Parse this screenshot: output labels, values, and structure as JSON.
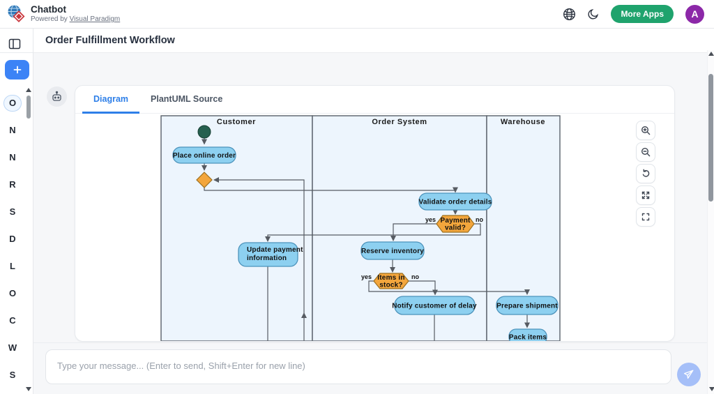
{
  "theme": {
    "plus_button_blue": "#3c83f6",
    "tab_active_blue": "#2e7fe8",
    "more_apps_green": "#1fa36d",
    "avatar_purple": "#8c28a8",
    "send_button_blue": "#a5bff8",
    "node_fill": "#8dd0f0",
    "node_border": "#4d93bb",
    "decision_fill": "#f3a63c",
    "decision_border": "#9c7020",
    "initial_node_green": "#26604f",
    "lane_fill": "#edf5fd",
    "lane_border": "#596069",
    "edge_gray": "#565b62"
  },
  "header": {
    "app_title": "Chatbot",
    "powered_prefix": "Powered by",
    "powered_link": "Visual Paradigm",
    "more_apps_label": "More Apps",
    "avatar_initial": "A"
  },
  "icons": [
    "visual-paradigm-logo",
    "globe-icon",
    "moon-icon",
    "panel-toggle-icon",
    "plus-icon",
    "bot-avatar-icon",
    "zoom-in-icon",
    "zoom-out-icon",
    "reset-view-icon",
    "fit-view-icon",
    "fullscreen-icon",
    "send-icon"
  ],
  "sidebar": {
    "items": [
      {
        "label": "O",
        "active": true
      },
      {
        "label": "N",
        "active": false
      },
      {
        "label": "N",
        "active": false
      },
      {
        "label": "R",
        "active": false
      },
      {
        "label": "S",
        "active": false
      },
      {
        "label": "D",
        "active": false
      },
      {
        "label": "L",
        "active": false
      },
      {
        "label": "O",
        "active": false
      },
      {
        "label": "C",
        "active": false
      },
      {
        "label": "W",
        "active": false
      },
      {
        "label": "S",
        "active": false
      }
    ]
  },
  "page": {
    "title": "Order Fulfillment Workflow"
  },
  "tabs": {
    "diagram": "Diagram",
    "source": "PlantUML Source"
  },
  "composer": {
    "placeholder": "Type your message... (Enter to send, Shift+Enter for new line)"
  },
  "diagram": {
    "lanes": [
      "Customer",
      "Order System",
      "Warehouse"
    ],
    "nodes": {
      "place_order": "Place online order",
      "validate_order": "Validate order details",
      "payment_valid": [
        "Payment",
        "valid?"
      ],
      "update_payment": [
        "Update payment",
        "information"
      ],
      "reserve_inventory": "Reserve inventory",
      "items_in_stock": [
        "Items in",
        "stock?"
      ],
      "notify_delay": "Notify customer of delay",
      "prepare_shipment": "Prepare shipment",
      "pack_items": "Pack items"
    },
    "labels": {
      "yes": "yes",
      "no": "no"
    }
  }
}
